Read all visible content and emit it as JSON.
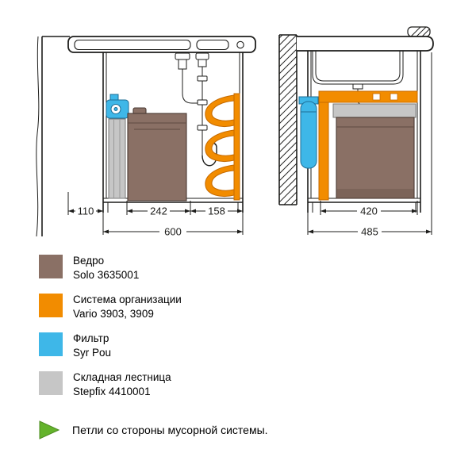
{
  "colors": {
    "brown": "#8a7065",
    "orange": "#f28c00",
    "blue": "#3eb7e8",
    "gray": "#c6c6c6",
    "green": "#64b32c",
    "line": "#1d1d1b"
  },
  "front_view": {
    "dim_wall_gap": "110",
    "dim_bucket_width": "242",
    "dim_organizer_width": "158",
    "dim_total_width": "600"
  },
  "side_view": {
    "dim_inner_depth": "420",
    "dim_total_depth": "485"
  },
  "legend": {
    "items": [
      {
        "title": "Ведро",
        "subtitle": "Solo 3635001"
      },
      {
        "title": "Система организации",
        "subtitle": "Vario 3903, 3909"
      },
      {
        "title": "Фильтр",
        "subtitle": "Syr Pou"
      },
      {
        "title": "Складная лестница",
        "subtitle": "Stepfix 4410001"
      }
    ],
    "note": "Петли со стороны мусорной системы."
  }
}
